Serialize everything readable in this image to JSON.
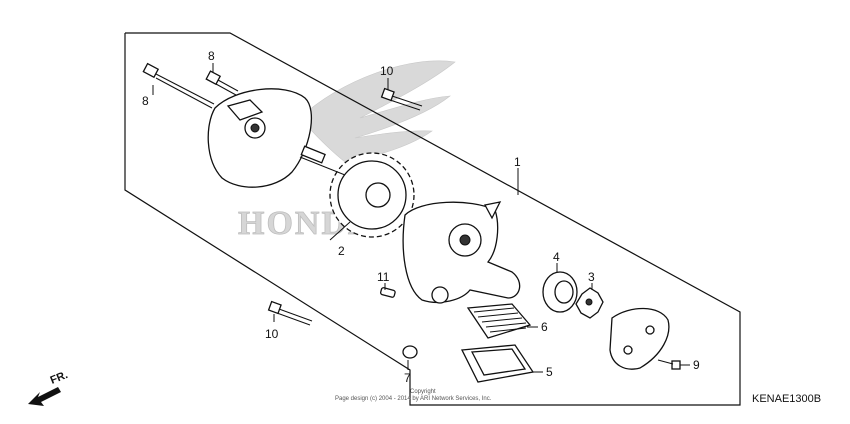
{
  "callouts": [
    {
      "id": "c1",
      "text": "1"
    },
    {
      "id": "c2",
      "text": "2"
    },
    {
      "id": "c3",
      "text": "3"
    },
    {
      "id": "c4",
      "text": "4"
    },
    {
      "id": "c5",
      "text": "5"
    },
    {
      "id": "c6",
      "text": "6"
    },
    {
      "id": "c7",
      "text": "7"
    },
    {
      "id": "c8a",
      "text": "8"
    },
    {
      "id": "c8b",
      "text": "8"
    },
    {
      "id": "c9",
      "text": "9"
    },
    {
      "id": "c10a",
      "text": "10"
    },
    {
      "id": "c10b",
      "text": "10"
    },
    {
      "id": "c11",
      "text": "11"
    }
  ],
  "watermark_text": "HONDA",
  "direction_label": "FR.",
  "diagram_code": "KENAE1300B",
  "copyright_line1": "Copyright",
  "copyright_line2": "Page design (c) 2004 - 2014 by ARI Network Services, Inc."
}
